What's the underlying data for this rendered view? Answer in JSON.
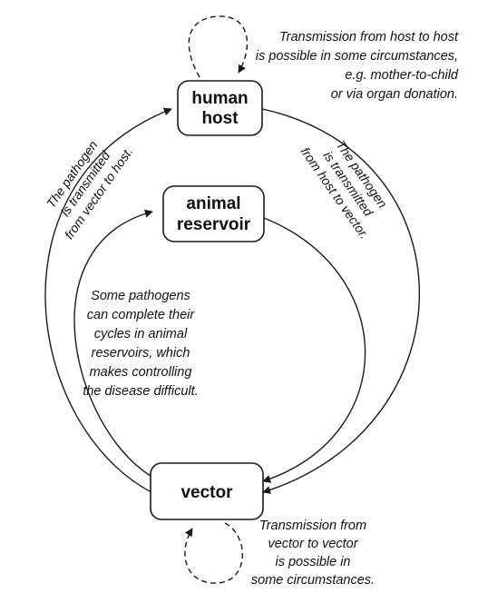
{
  "nodes": {
    "human_host": [
      "human",
      "host"
    ],
    "animal_reservoir": [
      "animal",
      "reservoir"
    ],
    "vector": [
      "vector"
    ]
  },
  "notes": {
    "host_to_host": [
      "Transmission from host to host",
      "is possible in some circumstances,",
      "e.g. mother-to-child",
      "or via organ donation."
    ],
    "animal_cycle": [
      "Some pathogens",
      "can complete their",
      "cycles in animal",
      "reservoirs, which",
      "makes controlling",
      "the disease difficult."
    ],
    "vector_to_vector": [
      "Transmission from",
      "vector to vector",
      "is possible in",
      "some circumstances."
    ],
    "vector_to_host": [
      "The pathogen",
      "is transmitted",
      "from vector to host."
    ],
    "host_to_vector": [
      "The pathogen",
      "is transmitted",
      "from host to vector."
    ]
  }
}
